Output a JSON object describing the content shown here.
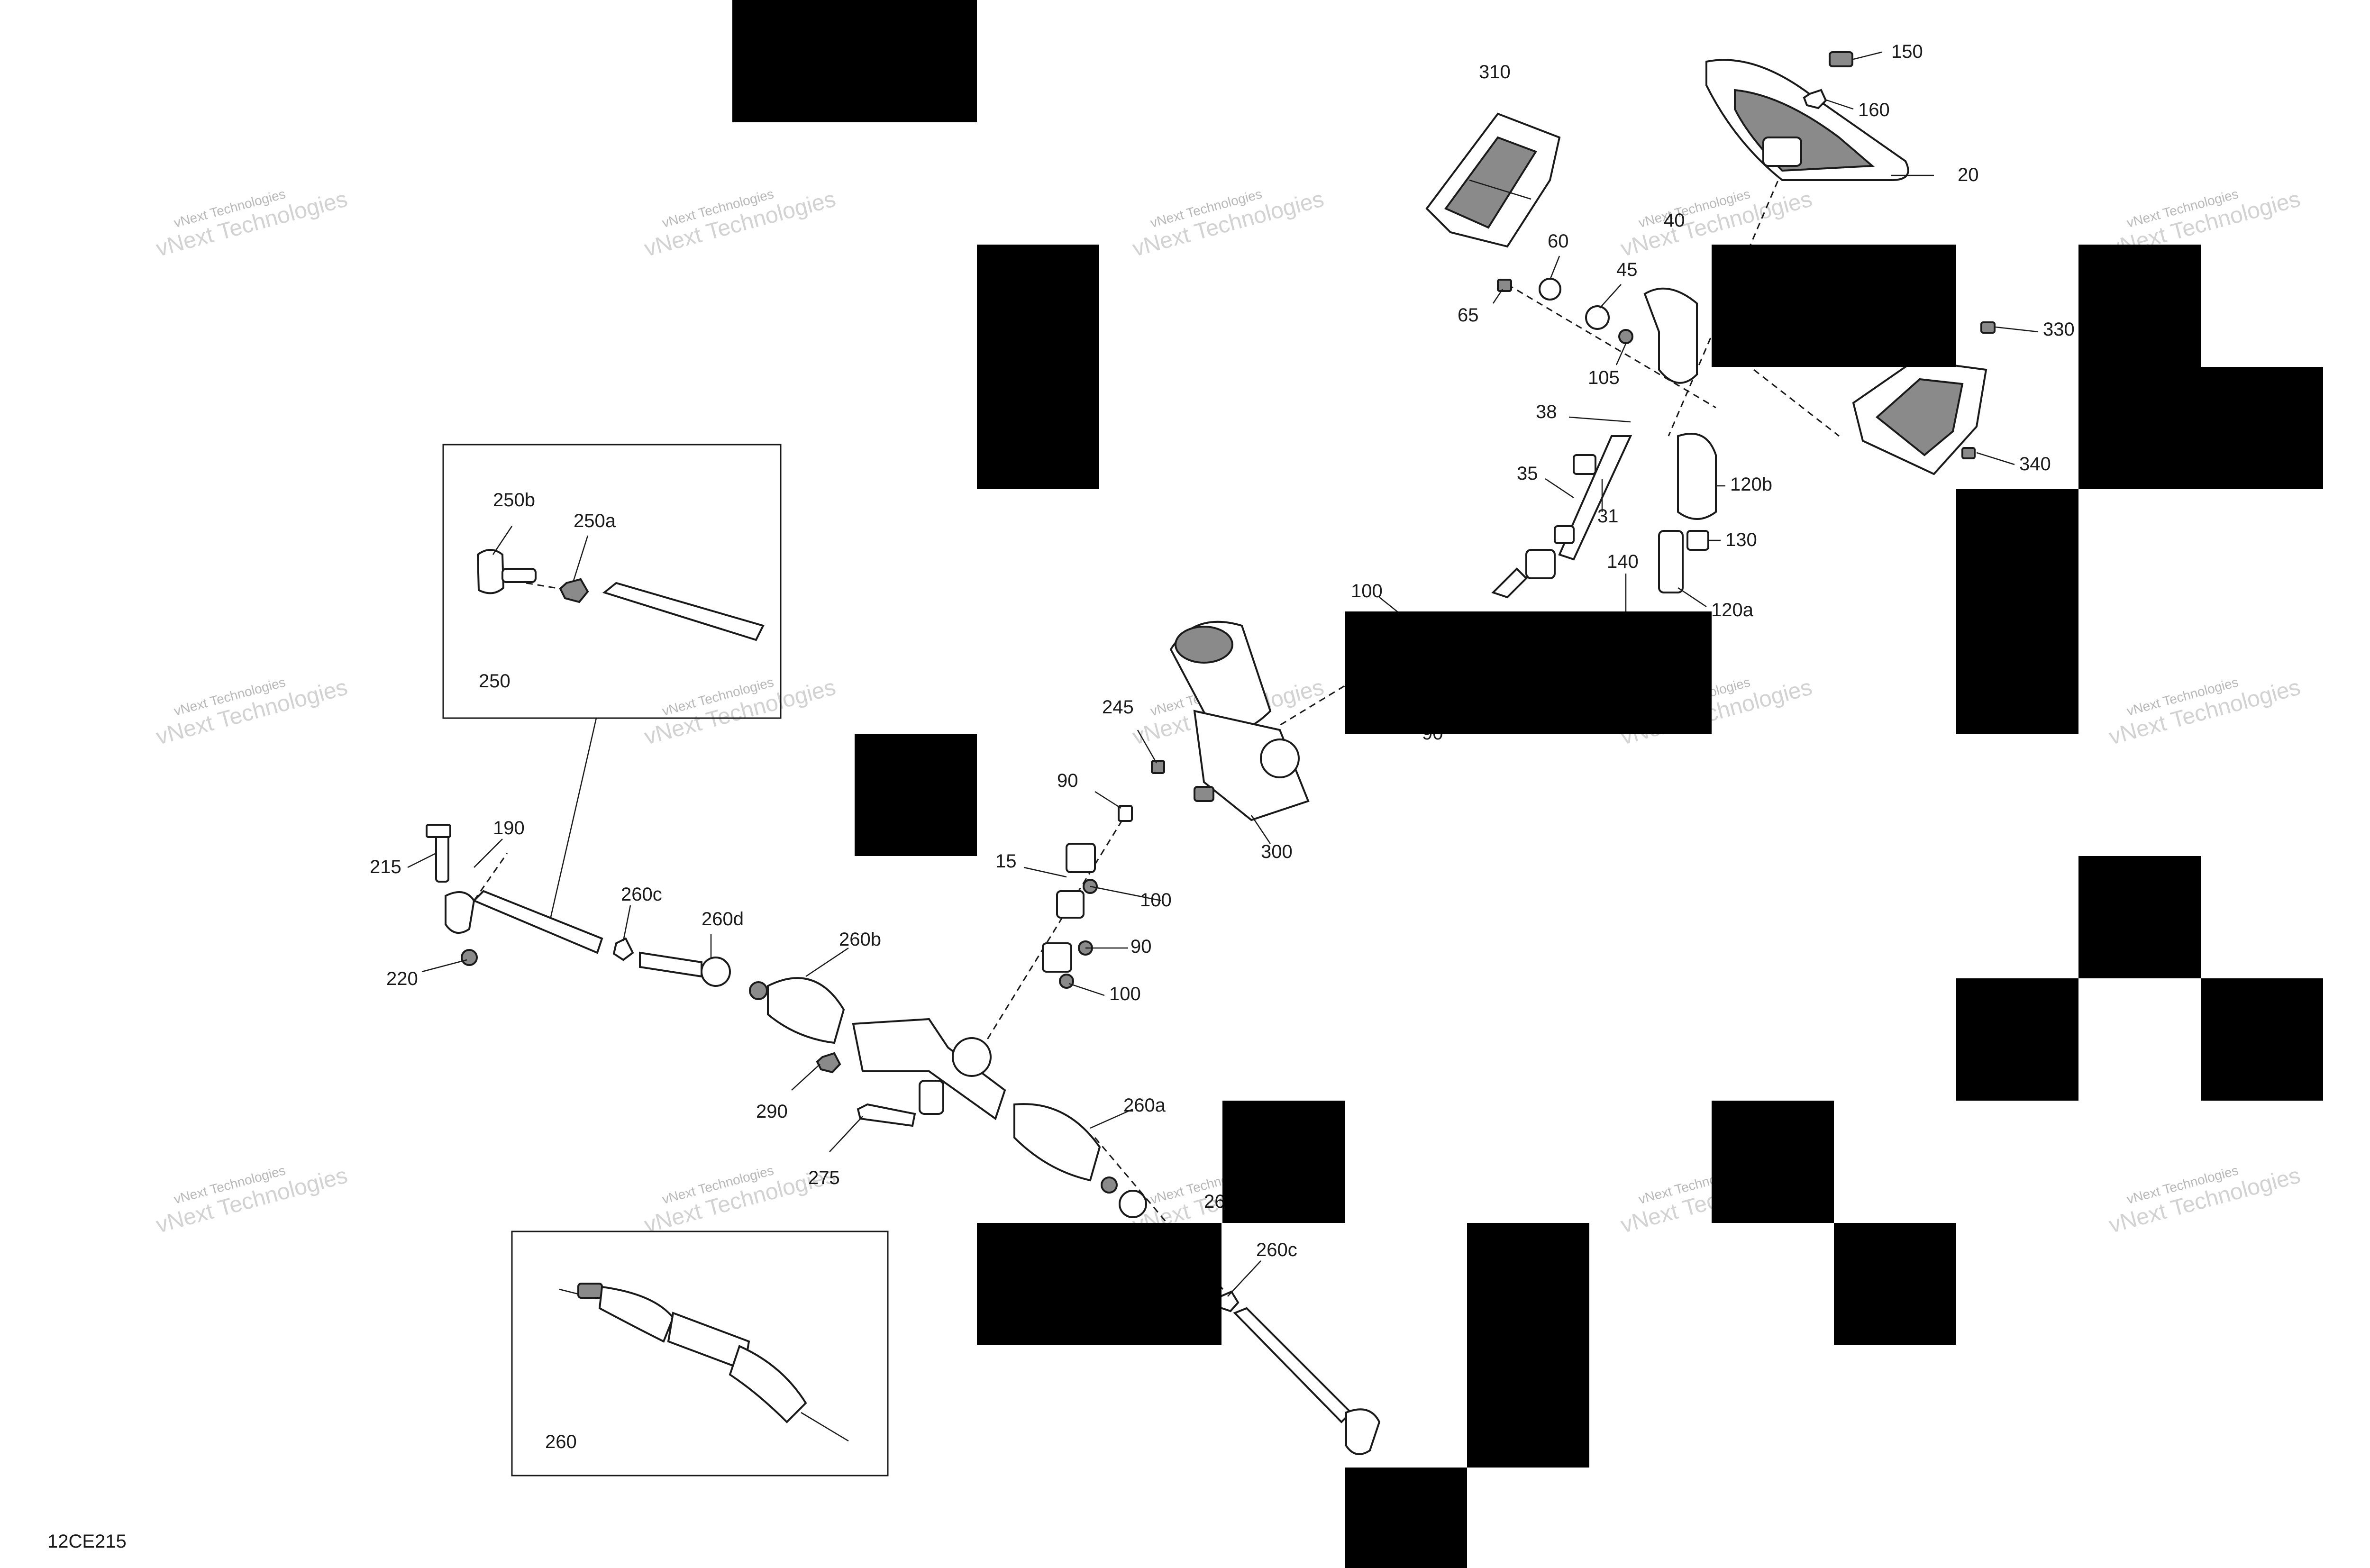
{
  "diagram": {
    "document_code": "12CE215",
    "watermark": {
      "line1": "vNext Technologies",
      "line2": "vNext Technologies"
    },
    "callouts": {
      "c310": "310",
      "c150": "150",
      "c160": "160",
      "c20": "20",
      "c40": "40",
      "c60": "60",
      "c45": "45",
      "c65": "65",
      "c105": "105",
      "c330": "330",
      "c38": "38",
      "c340": "340",
      "c35": "35",
      "c120b": "120b",
      "c31": "31",
      "c140": "140",
      "c130": "130",
      "c100a": "100",
      "c120a": "120a",
      "c90a": "90",
      "c245": "245",
      "c90b": "90",
      "c300": "300",
      "c15": "15",
      "c100b": "100",
      "c90c": "90",
      "c100c": "100",
      "c250b": "250b",
      "c250a": "250a",
      "c250": "250",
      "c215": "215",
      "c190": "190",
      "c260c": "260c",
      "c260d": "260d",
      "c220": "220",
      "c260b": "260b",
      "c290": "290",
      "c275": "275",
      "c260a": "260a",
      "c26x": "26",
      "c260c2": "260c",
      "c260": "260"
    }
  }
}
